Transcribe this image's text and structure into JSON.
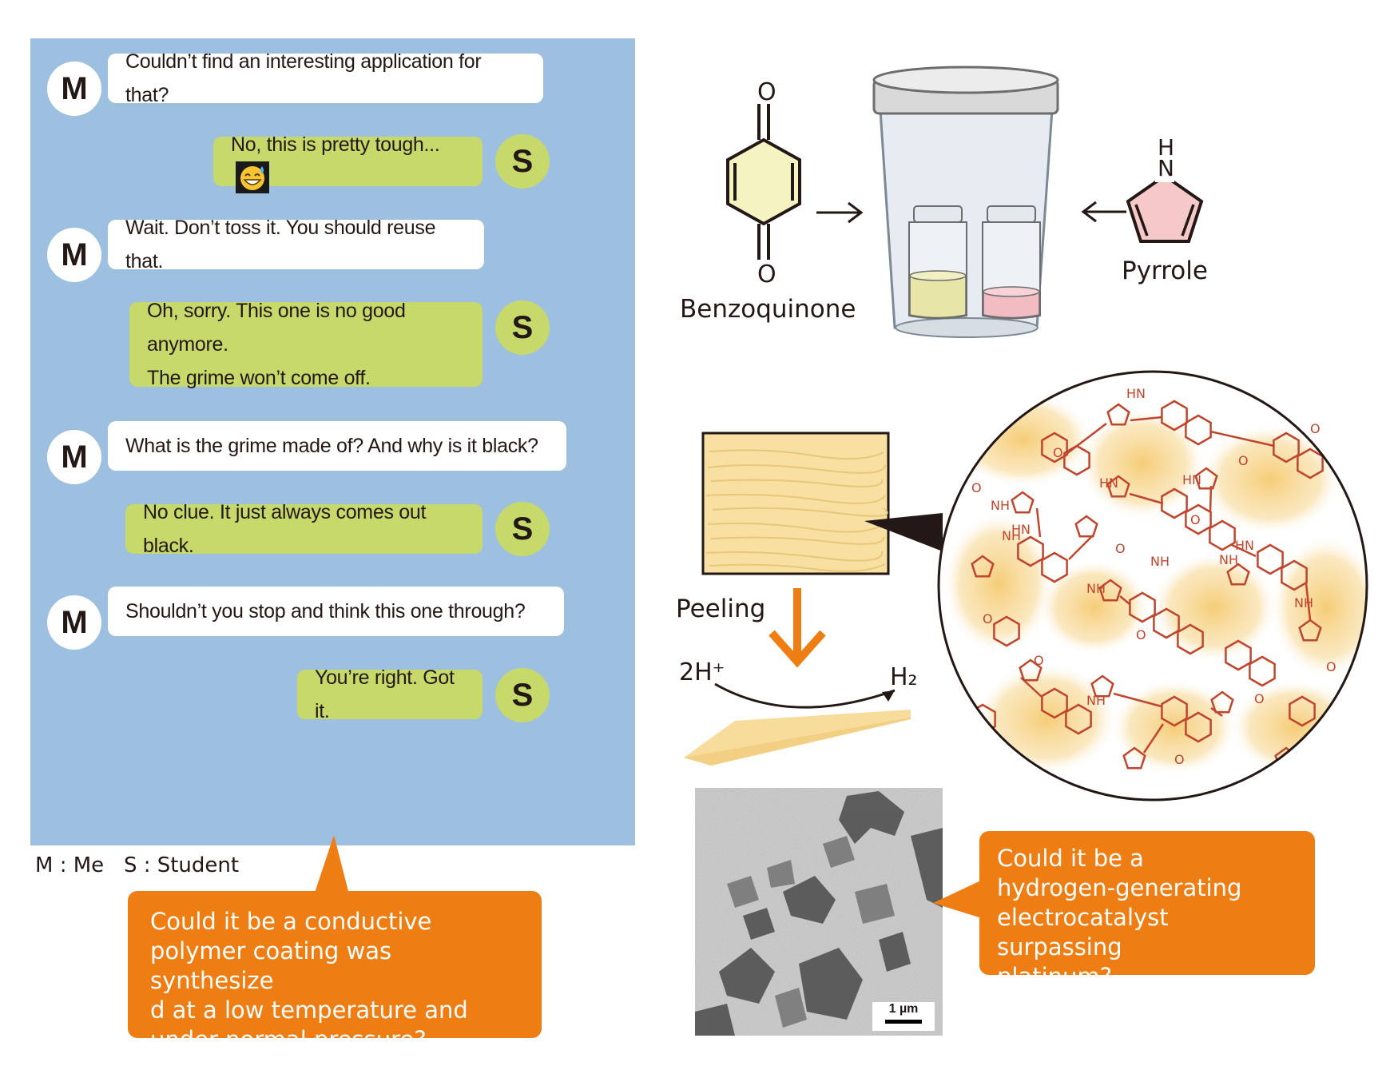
{
  "chat": {
    "messages": [
      {
        "speaker": "M",
        "text_lines": [
          "Couldn’t find an interesting application for that?"
        ]
      },
      {
        "speaker": "S",
        "text_lines": [
          "No, this is pretty tough..."
        ],
        "emoji": "sweat-smile-emoji"
      },
      {
        "speaker": "M",
        "text_lines": [
          "Wait. Don’t toss it. You should reuse that."
        ]
      },
      {
        "speaker": "S",
        "text_lines": [
          "Oh, sorry. This one is no good anymore.",
          "The grime won’t come off."
        ]
      },
      {
        "speaker": "M",
        "text_lines": [
          "What is the grime made of? And why is it black?"
        ]
      },
      {
        "speaker": "S",
        "text_lines": [
          "No clue. It just always comes out black."
        ]
      },
      {
        "speaker": "M",
        "text_lines": [
          "Shouldn’t you stop and think this one through?"
        ]
      },
      {
        "speaker": "S",
        "text_lines": [
          "You’re right. Got it."
        ]
      }
    ],
    "legend": "M : Me   S : Student"
  },
  "callouts": {
    "left": [
      "Could it be a conductive",
      "polymer coating was synthesize",
      "d at a low temperature and",
      "under normal pressure?"
    ],
    "right": [
      "Could it be a",
      "hydrogen-generating",
      "electrocatalyst surpassing",
      "platinum?"
    ]
  },
  "diagram": {
    "benzoquinone_label": "Benzoquinone",
    "pyrrole_label": "Pyrrole",
    "oxygen_atom": "O",
    "pyrrole_h": "H",
    "pyrrole_n": "N",
    "peeling_label": "Peeling",
    "reactant": "2H⁺",
    "product": "H₂",
    "scale_bar": "1 µm",
    "molecular_labels": [
      "HN",
      "NH",
      "HN",
      "NH",
      "HN",
      "NH",
      "NH",
      "HN",
      "NH",
      "NH",
      "HN",
      "NH",
      "O",
      "O",
      "O",
      "O",
      "O",
      "O",
      "O",
      "O",
      "O",
      "O",
      "O",
      "O"
    ]
  },
  "colors": {
    "chat_background": "#9dc0e0",
    "student_bubble": "#c6d96a",
    "callout": "#ee7d13",
    "benzoquinone_fill": "#f6f3c2",
    "pyrrole_fill": "#f6c9c9",
    "polymer_red": "#c0452d",
    "polymer_film": "#f7dc9c"
  }
}
